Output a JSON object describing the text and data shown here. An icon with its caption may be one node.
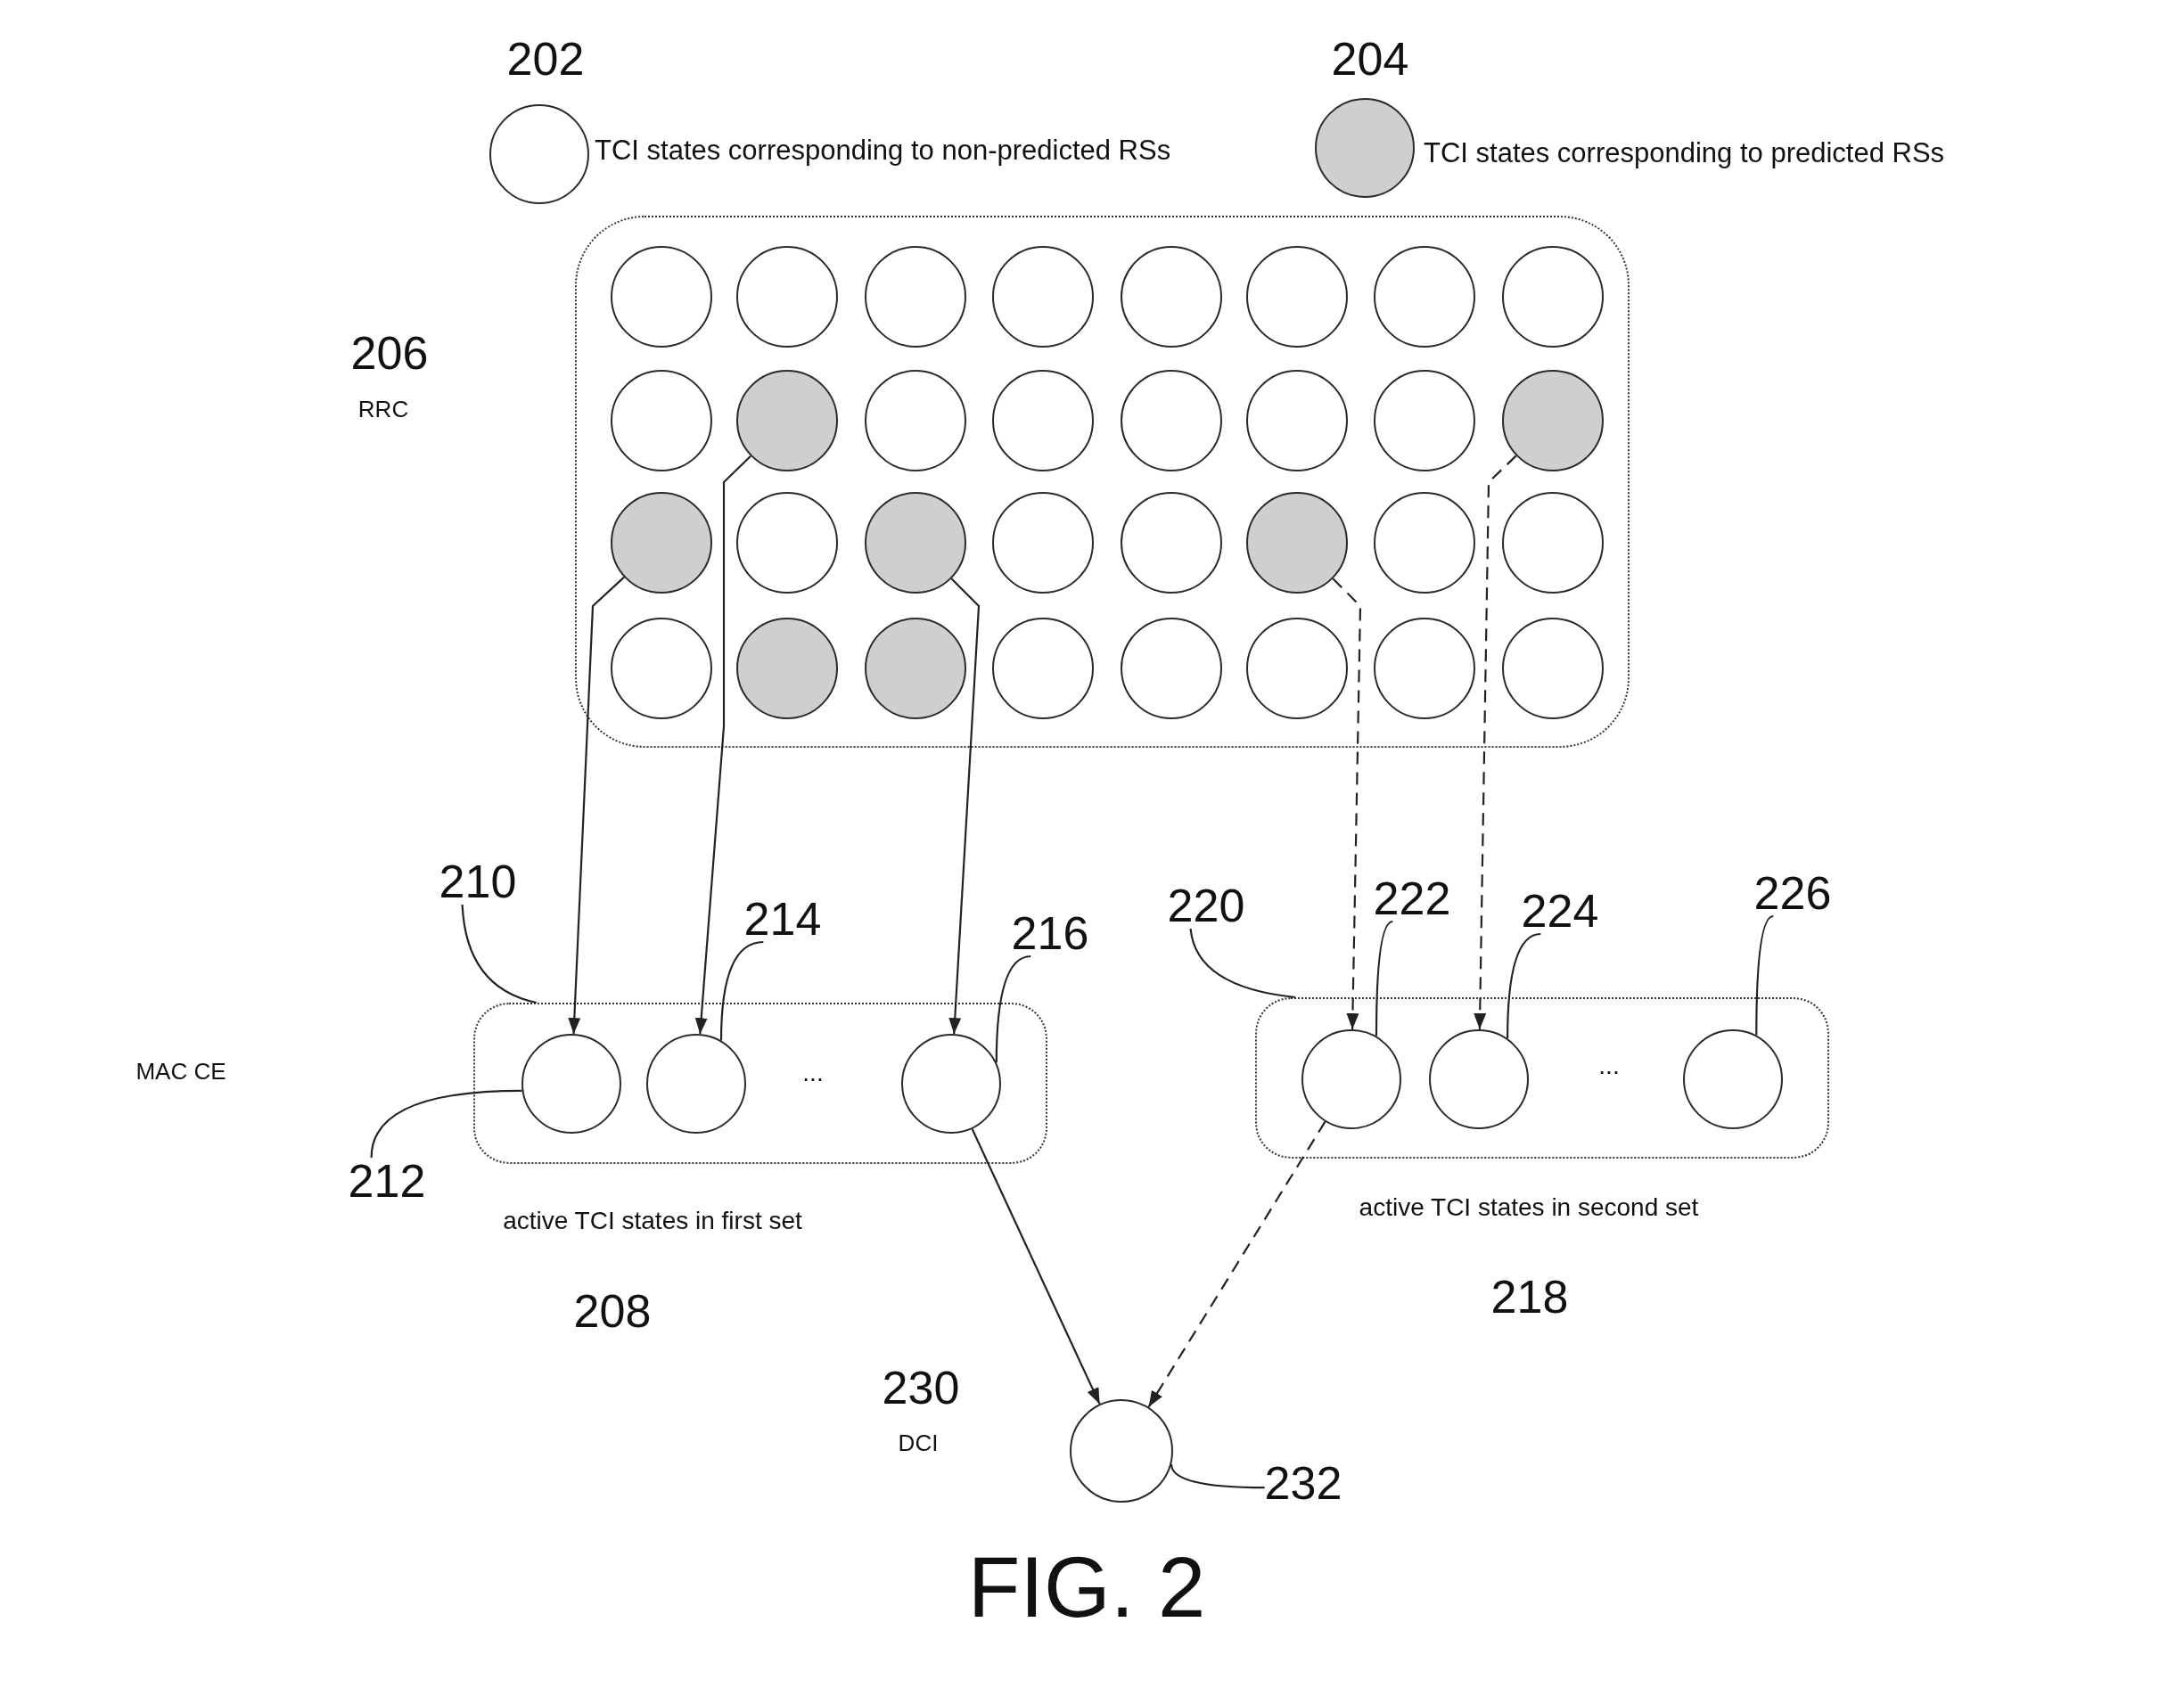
{
  "diagram": {
    "caption": "FIG. 2",
    "nodes": [
      {
        "text": [],
        "shape": "box",
        "beside": [
          "206",
          "RRC"
        ]
      },
      {
        "text": [],
        "shape": "circle",
        "in": 0
      },
      {
        "text": [],
        "shape": "circle",
        "in": 0
      },
      {
        "text": [],
        "shape": "circle",
        "in": 0
      },
      {
        "text": [],
        "shape": "circle",
        "in": 0
      },
      {
        "text": [],
        "shape": "circle",
        "in": 0
      },
      {
        "text": [],
        "shape": "circle",
        "in": 0
      },
      {
        "text": [],
        "shape": "circle",
        "in": 0
      },
      {
        "text": [],
        "shape": "circle",
        "in": 0
      },
      {
        "text": [],
        "shape": "circle",
        "in": 0
      },
      {
        "text": [],
        "shape": "circle",
        "in": 0
      },
      {
        "text": [],
        "shape": "circle",
        "in": 0
      },
      {
        "text": [],
        "shape": "circle",
        "in": 0
      },
      {
        "text": [],
        "shape": "circle",
        "in": 0
      },
      {
        "text": [],
        "shape": "circle",
        "in": 0
      },
      {
        "text": [],
        "shape": "circle",
        "in": 0
      },
      {
        "text": [],
        "shape": "circle",
        "in": 0
      },
      {
        "text": [],
        "shape": "circle",
        "in": 0
      },
      {
        "text": [],
        "shape": "circle",
        "in": 0
      },
      {
        "text": [],
        "shape": "circle",
        "in": 0
      },
      {
        "text": [],
        "shape": "circle",
        "in": 0
      },
      {
        "text": [],
        "shape": "circle",
        "in": 0
      },
      {
        "text": [],
        "shape": "circle",
        "in": 0
      },
      {
        "text": [],
        "shape": "circle",
        "in": 0
      },
      {
        "text": [],
        "shape": "circle",
        "in": 0
      },
      {
        "text": [],
        "shape": "circle",
        "in": 0
      },
      {
        "text": [],
        "shape": "circle",
        "in": 0
      },
      {
        "text": [],
        "shape": "circle",
        "in": 0
      },
      {
        "text": [],
        "shape": "circle",
        "in": 0
      },
      {
        "text": [],
        "shape": "circle",
        "in": 0
      },
      {
        "text": [],
        "shape": "circle",
        "in": 0
      },
      {
        "text": [],
        "shape": "circle",
        "in": 0
      },
      {
        "text": [],
        "shape": "circle",
        "in": 0
      },
      {
        "text": [
          "..."
        ],
        "beside": [
          "active TCI states in first set",
          "208"
        ]
      },
      {
        "text": [],
        "shape": "circle",
        "in": 33
      },
      {
        "text": [],
        "shape": "circle",
        "in": 33
      },
      {
        "text": [],
        "shape": "circle",
        "in": 33
      },
      {
        "text": [
          "..."
        ],
        "beside": [
          "active TCI states in second set",
          "218"
        ]
      },
      {
        "text": [],
        "shape": "circle",
        "in": 37
      },
      {
        "text": [],
        "shape": "circle",
        "in": 37
      },
      {
        "text": [],
        "shape": "circle",
        "in": 37
      },
      {
        "text": [],
        "shape": "circle",
        "beside": [
          "230",
          "DCI"
        ]
      },
      {
        "text": [
          "210"
        ]
      },
      {
        "text": [
          "212"
        ]
      },
      {
        "text": [
          "214"
        ]
      },
      {
        "text": [
          "216"
        ]
      },
      {
        "text": [
          "220"
        ]
      },
      {
        "text": [
          "222"
        ]
      },
      {
        "text": [
          "224"
        ]
      },
      {
        "text": [
          "226"
        ]
      },
      {
        "text": [
          "232"
        ]
      }
    ],
    "edges": [
      {
        "from": 17,
        "to": 34,
        "arrow": "to"
      },
      {
        "from": 10,
        "to": 35,
        "arrow": "to"
      },
      {
        "from": 19,
        "to": 36,
        "arrow": "to"
      },
      {
        "from": 22,
        "to": 38,
        "arrow": "to",
        "style": "dashed"
      },
      {
        "from": 16,
        "to": 39,
        "arrow": "to",
        "style": "dashed"
      },
      {
        "from": 36,
        "to": 41,
        "arrow": "to"
      },
      {
        "from": 38,
        "to": 41,
        "arrow": "to",
        "style": "dashed"
      },
      {
        "from": 42,
        "to": 33,
        "arrow": "none"
      },
      {
        "from": 43,
        "to": 34,
        "arrow": "none"
      },
      {
        "from": 44,
        "to": 35,
        "arrow": "none"
      },
      {
        "from": 45,
        "to": 36,
        "arrow": "none"
      },
      {
        "from": 46,
        "to": 37,
        "arrow": "none"
      },
      {
        "from": 47,
        "to": 38,
        "arrow": "none"
      },
      {
        "from": 48,
        "to": 39,
        "arrow": "none"
      },
      {
        "from": 49,
        "to": 40,
        "arrow": "none"
      },
      {
        "from": 50,
        "to": 41,
        "arrow": "none"
      }
    ],
    "labels": [
      "202",
      "204",
      "MAC CE"
    ],
    "legend": [
      {
        "text": "TCI states corresponding to non-predicted RSs",
        "color": "#ffffff"
      },
      {
        "text": "TCI states corresponding to predicted RSs",
        "color": "#cfcfcf"
      }
    ]
  }
}
